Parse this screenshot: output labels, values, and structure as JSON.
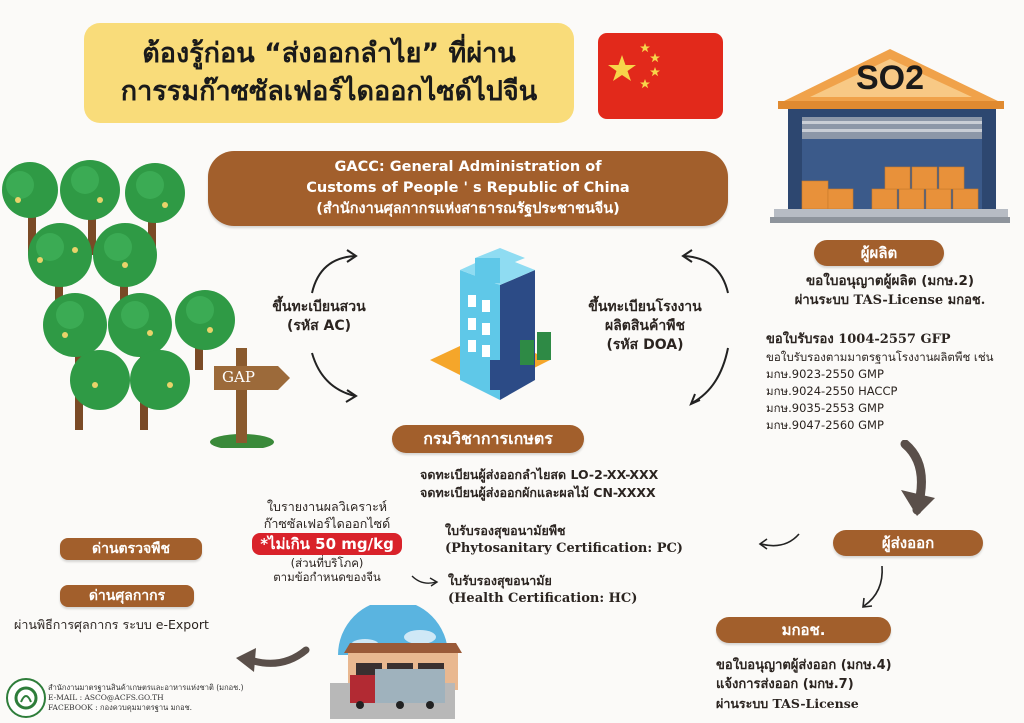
{
  "header": {
    "title_line1": "ต้องรู้ก่อน “ส่งออกลำไย”  ที่ผ่าน",
    "title_line2": "การรมก๊าซซัลเฟอร์ไดออกไซด์ไปจีน",
    "flag": "china-flag",
    "warehouse_label": "SO2"
  },
  "gacc": {
    "line1": "GACC: General Administration of",
    "line2": "Customs of People ' s Republic of China",
    "line3": "(สำนักงานศุลกากรแห่งสาธารณรัฐประชาชนจีน)"
  },
  "left_flow": {
    "line1": "ขึ้นทะเบียนสวน",
    "line2": "(รหัส AC)",
    "sign_label": "GAP"
  },
  "right_flow": {
    "line1": "ขึ้นทะเบียนโรงงาน",
    "line2": "ผลิตสินค้าพืช",
    "line3": "(รหัส DOA)"
  },
  "producer": {
    "label": "ผู้ผลิต",
    "line1": "ขอใบอนุญาตผู้ผลิต (มกษ.2)",
    "line2": "ผ่านระบบ TAS-License มกอช.",
    "cert_title": "ขอใบรับรอง 1004-2557 GFP",
    "cert_desc": "ขอใบรับรองตามมาตรฐานโรงงานผลิตพืช เช่น",
    "standards": [
      "มกษ.9023-2550 GMP",
      "มกษ.9024-2550 HACCP",
      "มกษ.9035-2553 GMP",
      "มกษ.9047-2560 GMP"
    ]
  },
  "doa": {
    "label": "กรมวิชาการเกษตร",
    "line1": "จดทะเบียนผู้ส่งออกลำไยสด LO-2-XX-XXX",
    "line2": "จดทะเบียนผู้ส่งออกผักและผลไม้ CN-XXXX"
  },
  "so2_report": {
    "line1": "ใบรายงานผลวิเคราะห์",
    "line2": "ก๊าซซัลเฟอร์ไดออกไซด์",
    "limit": "*ไม่เกิน 50 mg/kg",
    "line3": "(ส่วนที่บริโภค)",
    "line4": "ตามข้อกำหนดของจีน"
  },
  "certs": {
    "pc_th": "ใบรับรองสุขอนามัยพืช",
    "pc_en": "(Phytosanitary Certification: PC)",
    "hc_th": "ใบรับรองสุขอนามัย",
    "hc_en": "(Health Certification: HC)"
  },
  "exporter": {
    "label": "ผู้ส่งออก"
  },
  "acfs": {
    "label": "มกอช.",
    "line1": "ขอใบอนุญาตผู้ส่งออก (มกษ.4)",
    "line2": "แจ้งการส่งออก (มกษ.7)",
    "line3": "ผ่านระบบ TAS-License"
  },
  "checkpoints": {
    "plant_label": "ด่านตรวจพืช",
    "customs_label": "ด่านศุลกากร",
    "customs_desc": "ผ่านพิธีการศุลกากร ระบบ e-Export"
  },
  "footer": {
    "org": "สำนักงานมาตรฐานสินค้าเกษตรและอาหารแห่งชาติ (มกอช.)",
    "email": "E-MAIL : ASCO@ACFS.GO.TH",
    "facebook": "FACEBOOK : กองควบคุมมาตรฐาน มกอช."
  },
  "colors": {
    "brown_pill": "#a25f2c",
    "title_yellow": "#f9dc7a",
    "flag_red": "#e2291b",
    "limit_red": "#d9222a",
    "tree_green": "#2f9a45",
    "warehouse_blue": "#2d4770",
    "roof_orange": "#f0a24a"
  }
}
